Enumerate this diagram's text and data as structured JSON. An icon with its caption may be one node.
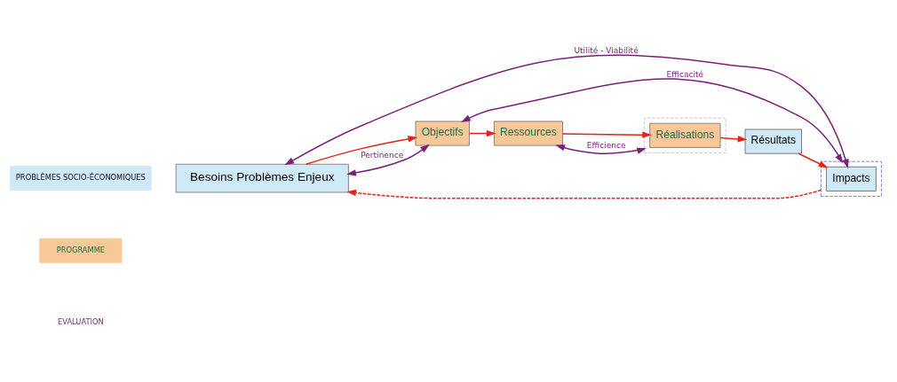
{
  "diagram": {
    "nodes": [
      {
        "text": [
          "PROBLÈMES SOCIO-ÉCONOMIQUES"
        ]
      },
      {
        "text": [
          "Besoins Problèmes Enjeux"
        ]
      },
      {
        "text": [],
        "shape": "box"
      },
      {
        "text": [
          "Impacts"
        ],
        "in": 2
      },
      {
        "text": [],
        "shape": "box"
      },
      {
        "text": [
          "Résultats"
        ]
      },
      {
        "text": [
          "PROGRAMME"
        ]
      },
      {
        "text": [
          "Objectifs"
        ]
      },
      {
        "text": [
          "Ressources"
        ]
      },
      {
        "text": [
          "Réalisations"
        ],
        "in": 4
      }
    ],
    "edges": [
      {
        "from": 2,
        "to": 1,
        "arrow": "to",
        "style": "dashed"
      },
      {
        "from": 1,
        "to": 7,
        "arrow": "to"
      },
      {
        "from": 7,
        "to": 8,
        "arrow": "to"
      },
      {
        "from": 8,
        "to": 9,
        "arrow": "to"
      },
      {
        "from": 9,
        "to": 5,
        "arrow": "to"
      },
      {
        "from": 5,
        "to": 3,
        "arrow": "to"
      },
      {
        "from": 1,
        "to": 7,
        "arrow": "both",
        "label": "Pertinence",
        "color": "#7b1f7d"
      },
      {
        "from": 8,
        "to": 4,
        "arrow": "both",
        "label": "Efficience",
        "color": "#7b1f7d"
      },
      {
        "from": 7,
        "to": 2,
        "arrow": "both",
        "label": "Efficacité",
        "color": "#7b1f7d"
      },
      {
        "from": 1,
        "to": 3,
        "arrow": "both",
        "label": "Utilité - Viabilité",
        "color": "#7b1f7d"
      }
    ],
    "labels": [
      "EVALUATION"
    ]
  }
}
